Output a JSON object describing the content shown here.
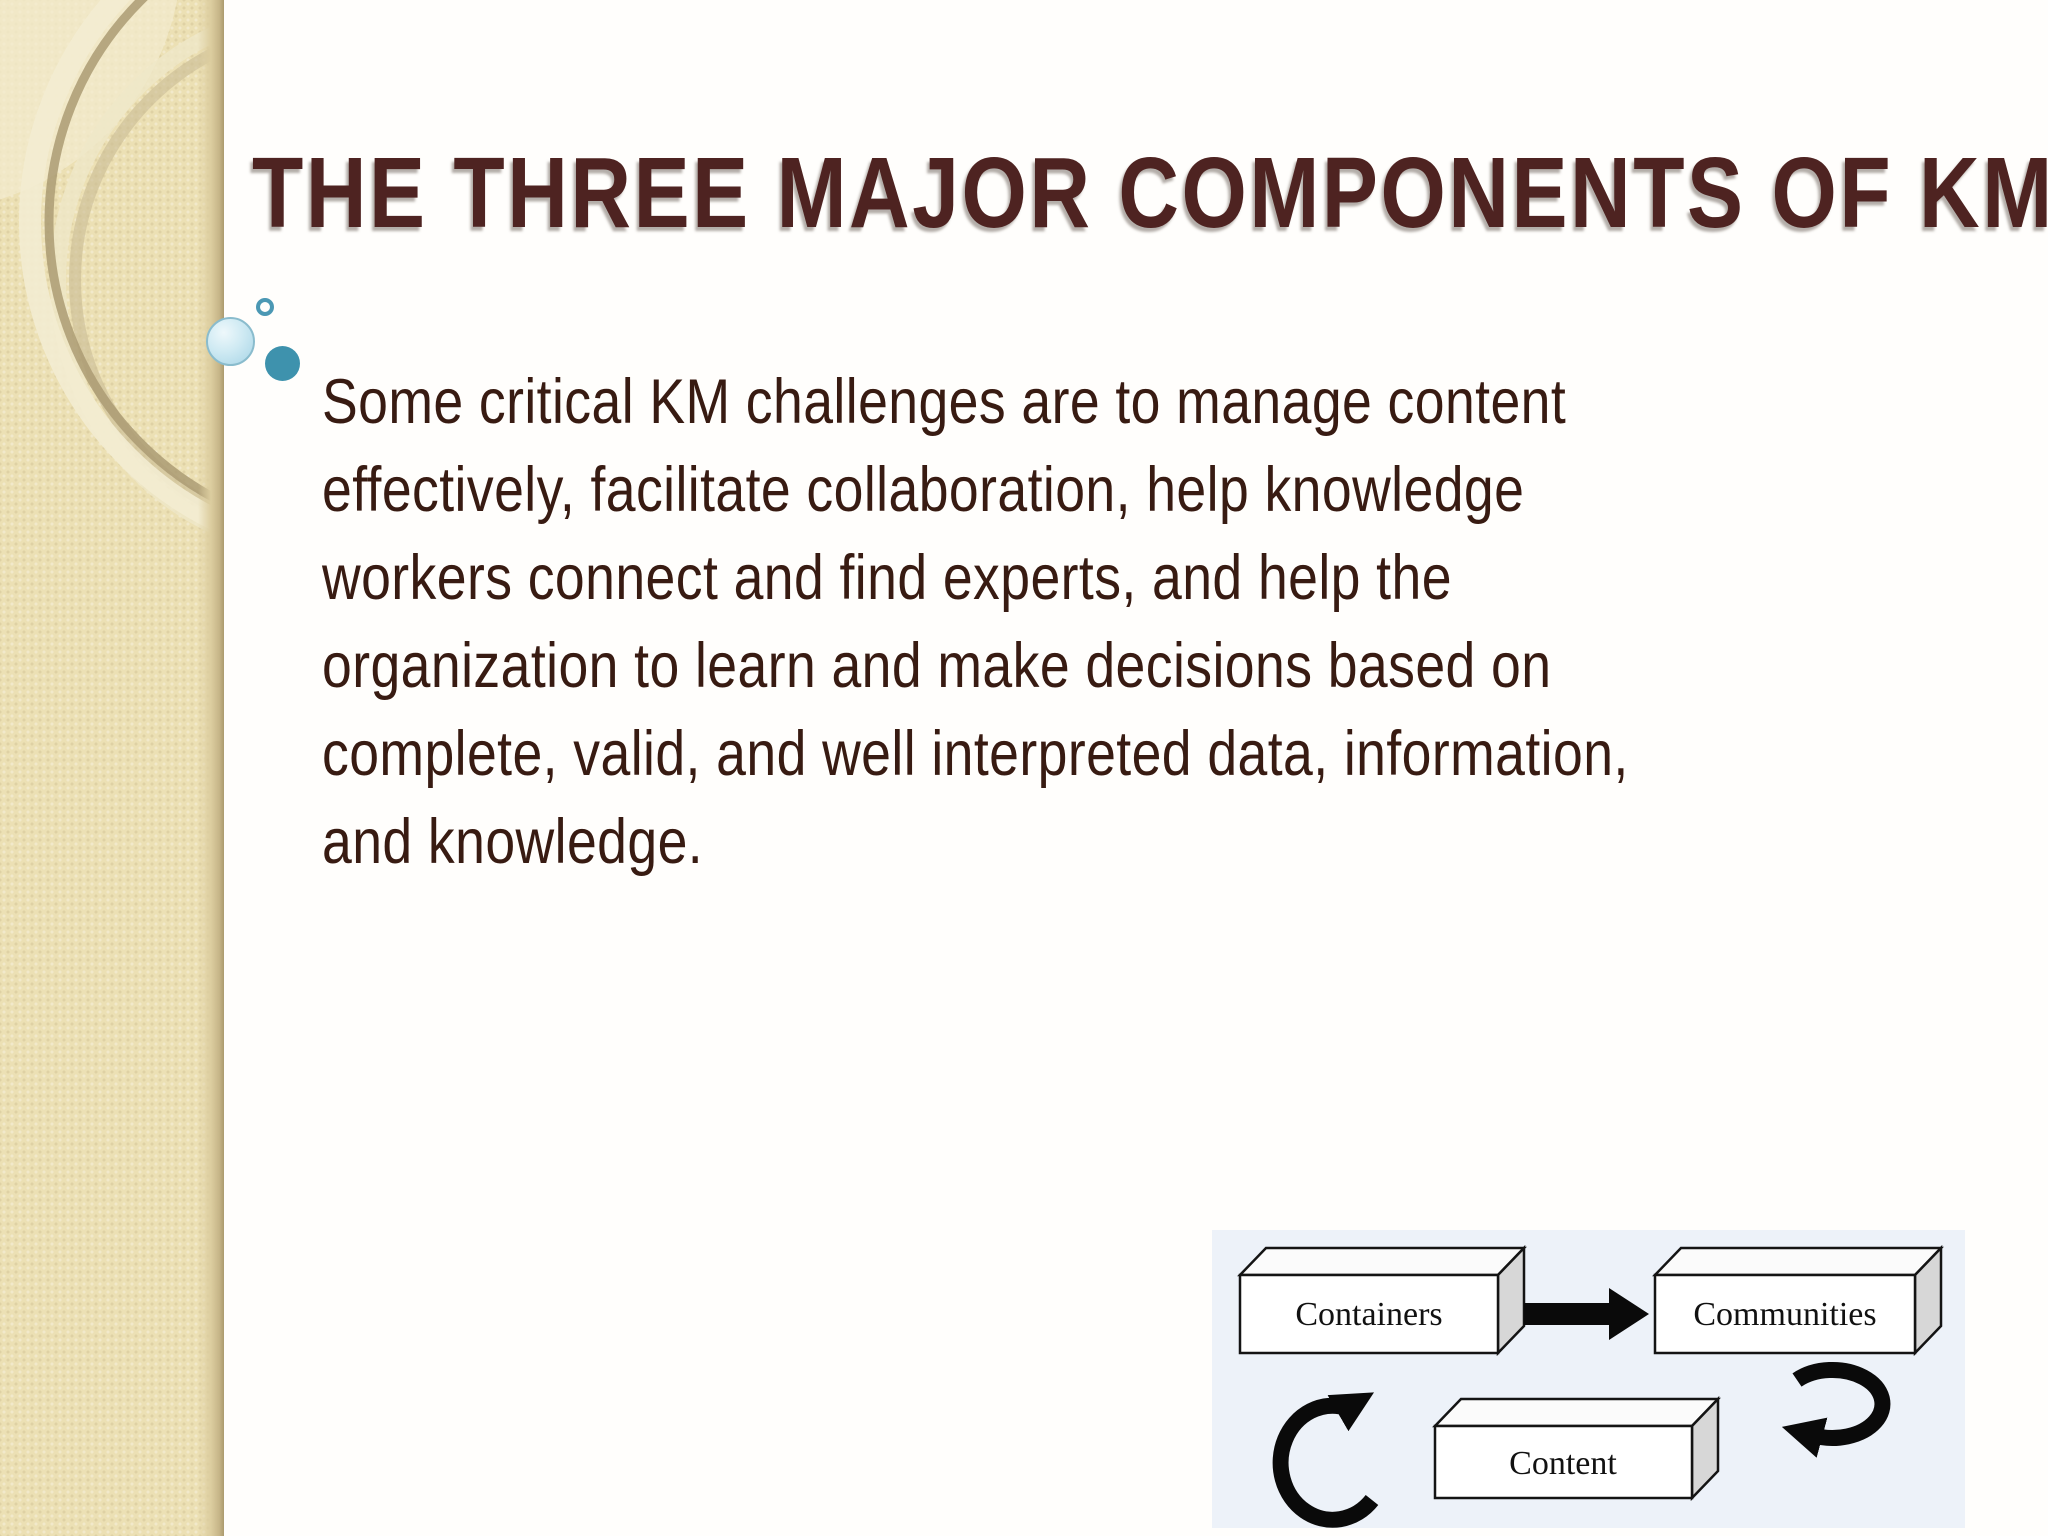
{
  "slide": {
    "title": "THE THREE MAJOR COMPONENTS OF KM",
    "bullet_item": {
      "full_text": "Some critical KM challenges are to manage content effectively, facilitate collaboration, help knowledge workers connect and find experts, and help the organization to learn and make decisions based on complete, valid, and well interpreted data, information, and knowledge.",
      "lines": [
        "Some critical KM challenges are to manage content",
        "effectively, facilitate collaboration, help knowledge",
        "workers connect and find experts, and help the",
        "organization to learn and make decisions based on",
        "complete, valid, and well interpreted data, information,",
        "and knowledge."
      ]
    },
    "diagram": {
      "boxes": [
        {
          "label": "Containers"
        },
        {
          "label": "Communities"
        },
        {
          "label": "Content"
        }
      ],
      "arrows": [
        {
          "name": "containers-to-communities-arrow",
          "type": "straight-right"
        },
        {
          "name": "content-to-containers-cycle-arrow",
          "type": "curved-counterclockwise"
        },
        {
          "name": "communities-to-content-cycle-arrow",
          "type": "curved-clockwise"
        }
      ],
      "panel_background": "#EDF2F9"
    },
    "colors": {
      "sidebar": "#ECE0B4",
      "sidebar_edge": "#AB9A6E",
      "background": "#FFFEFC",
      "title_text": "#4E2321",
      "body_text": "#381B12",
      "bullet": "#3E92AD",
      "bubble_fill": "#C3E4F0",
      "diagram_panel": "#EDF2F9",
      "box_side": "#D7D7D7",
      "arrow_black": "#0A0A0A"
    }
  }
}
